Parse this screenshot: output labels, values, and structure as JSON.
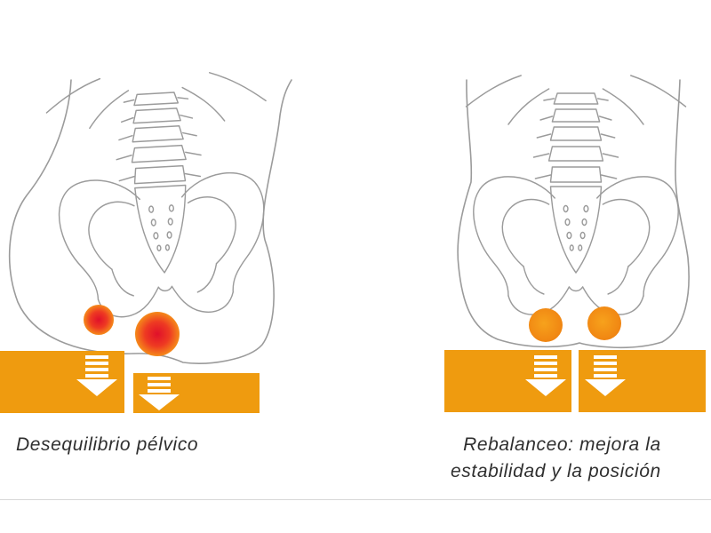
{
  "captions": {
    "left": "Desequilibrio pélvico",
    "right_line1": "Rebalanceo: mejora la",
    "right_line2": "estabilidad y la posición"
  },
  "colors": {
    "outline": "#9b9b9b",
    "cushion": "#ef9b0f",
    "arrow": "#ffffff",
    "pressure_hot_center": "#e8142a",
    "pressure_hot_edge": "#f5761a",
    "pressure_balanced": "#f5941a",
    "caption_text": "#2f2f2f"
  },
  "icons": {
    "down_arrow": "down-arrow-icon",
    "pressure_point": "pressure-point-icon"
  }
}
